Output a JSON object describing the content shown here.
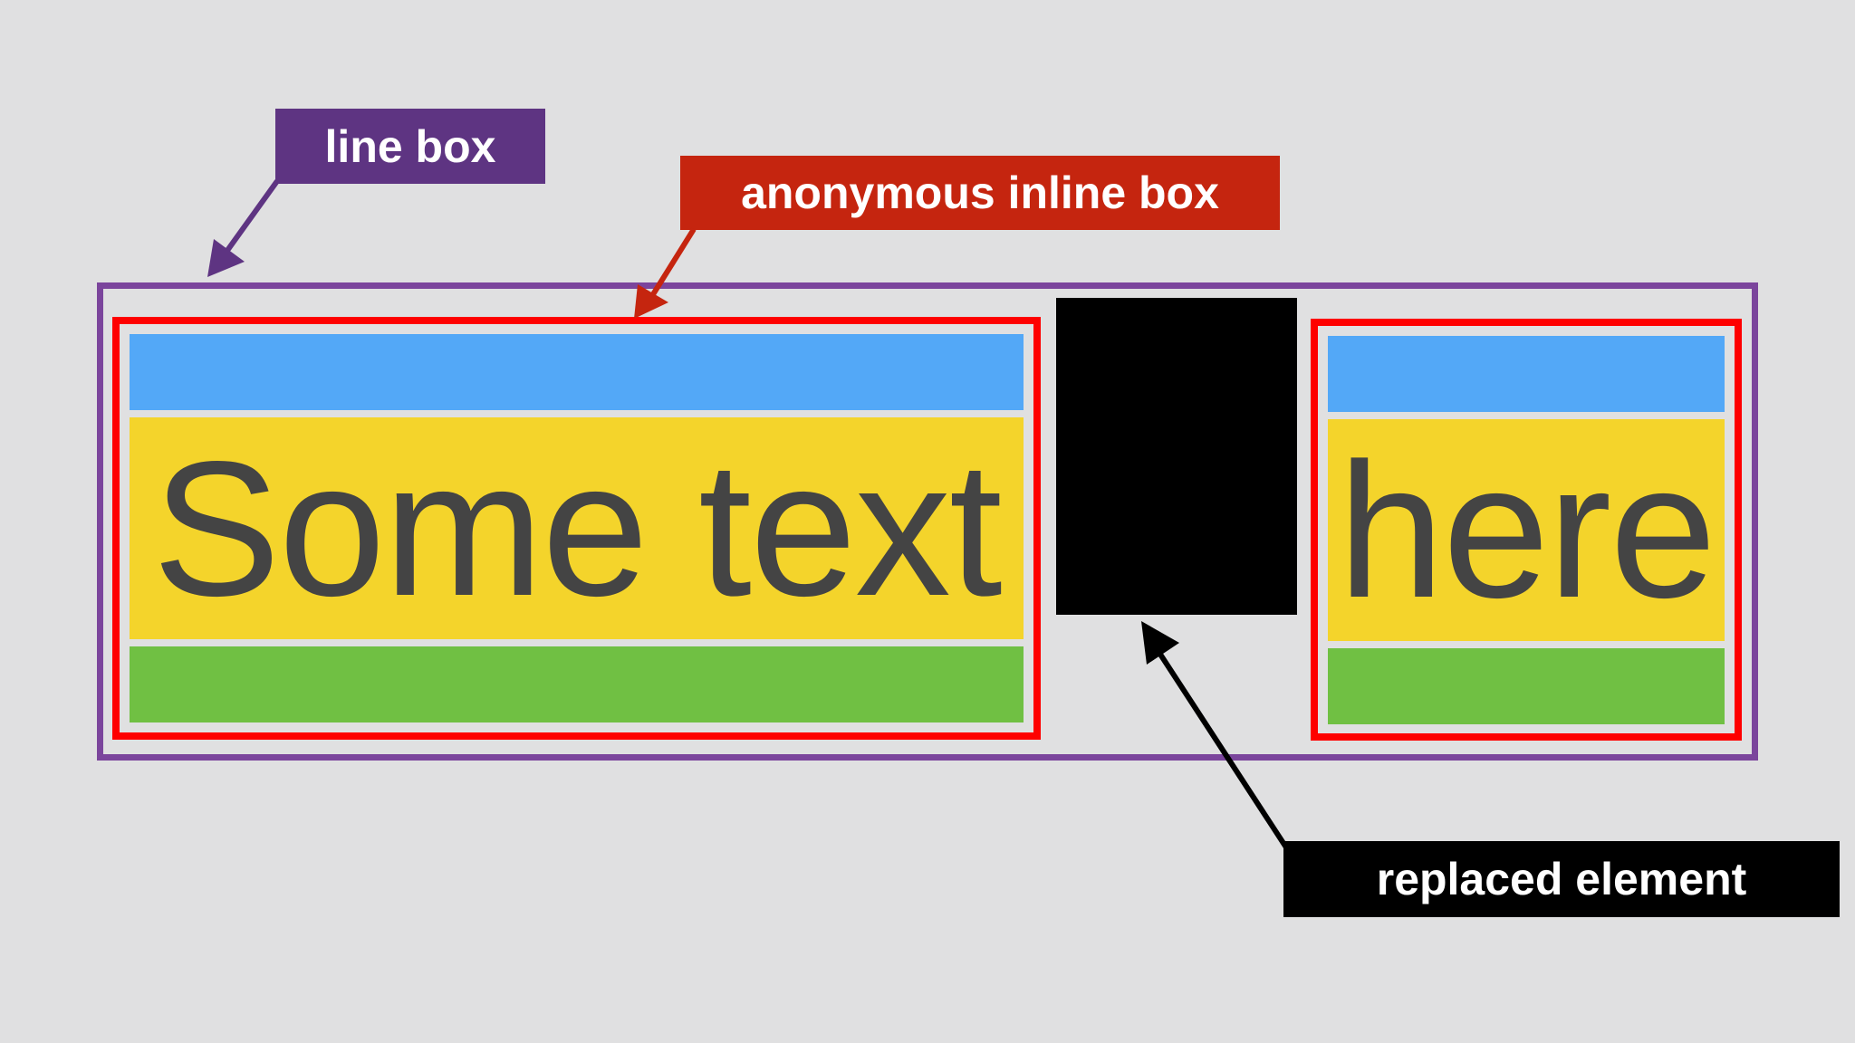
{
  "labels": {
    "line_box": "line box",
    "anonymous_inline_box": "anonymous inline box",
    "replaced_element": "replaced element"
  },
  "inline_text": {
    "first": "Some text",
    "second": "here"
  },
  "colors": {
    "background": "#e0e0e1",
    "line_box_border": "#7b459c",
    "line_box_label": "#5e3482",
    "anonymous_box_border": "#fe0000",
    "anonymous_box_label": "#c5250f",
    "replaced_element": "#000000",
    "band_top": "#53a8f7",
    "band_middle": "#f4d42b",
    "band_bottom": "#70c043",
    "text": "#444444"
  }
}
